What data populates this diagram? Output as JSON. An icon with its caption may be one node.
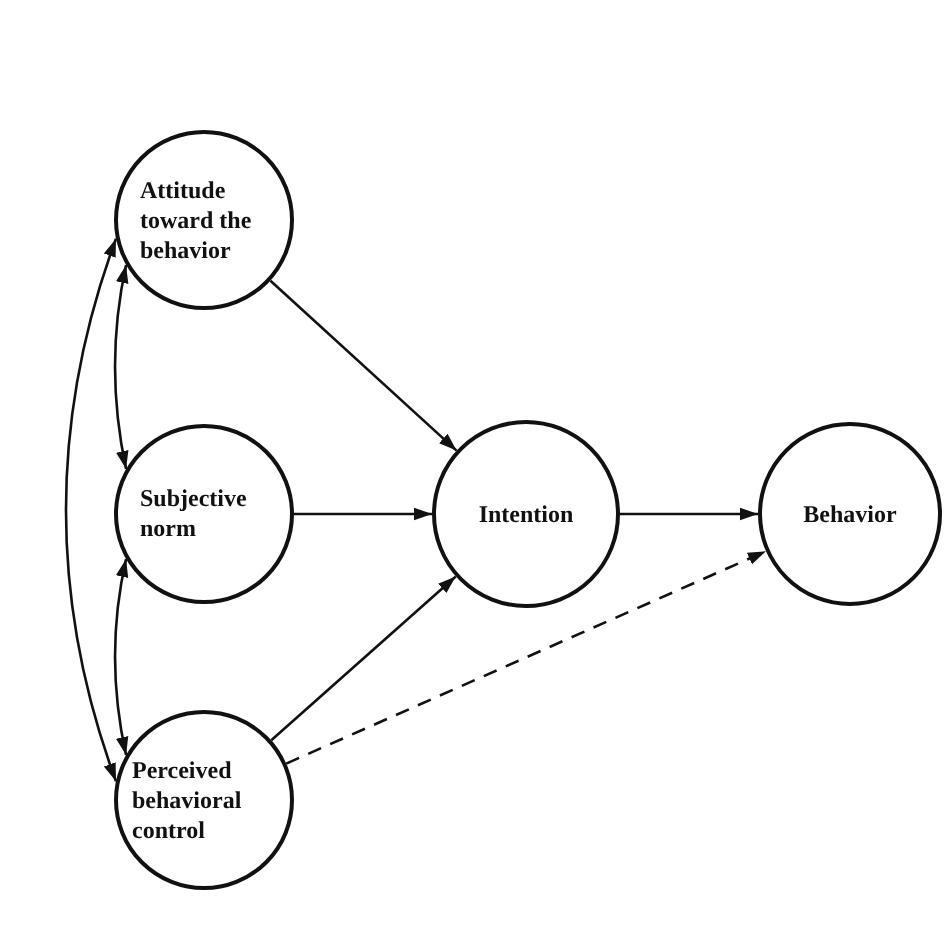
{
  "diagram": {
    "nodes": [
      {
        "text": [
          "Attitude toward the behavior"
        ]
      },
      {
        "text": [
          "Subjective norm"
        ]
      },
      {
        "text": [
          "Perceived behavioral control"
        ]
      },
      {
        "text": [
          "Intention"
        ]
      },
      {
        "text": [
          "Behavior"
        ]
      }
    ],
    "edges": [
      {
        "from": 0,
        "to": 3,
        "arrow": "to"
      },
      {
        "from": 1,
        "to": 3,
        "arrow": "to"
      },
      {
        "from": 2,
        "to": 3,
        "arrow": "to"
      },
      {
        "from": 3,
        "to": 4,
        "arrow": "to"
      },
      {
        "from": 2,
        "to": 4,
        "arrow": "to",
        "style": "dashed"
      },
      {
        "from": 0,
        "to": 1,
        "arrow": "both"
      },
      {
        "from": 1,
        "to": 2,
        "arrow": "both"
      },
      {
        "from": 0,
        "to": 2,
        "arrow": "both"
      }
    ]
  }
}
